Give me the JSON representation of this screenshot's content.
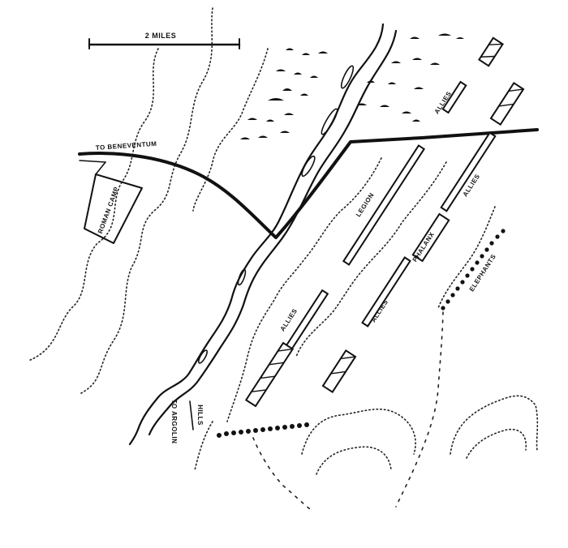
{
  "map": {
    "scale_label": "2 MILES",
    "road_label": "TO BENEVENTUM",
    "river_road_label": "TO ARGOLIN",
    "hills_label": "HILLS",
    "camp_label": "ROMAN CAMP",
    "forces": {
      "legion": "LEGION",
      "phalanx": "PHALANX",
      "allies": "ALLIES",
      "elephants": "ELEPHANTS"
    }
  },
  "colors": {
    "ink": "#111111",
    "paper": "#ffffff"
  }
}
